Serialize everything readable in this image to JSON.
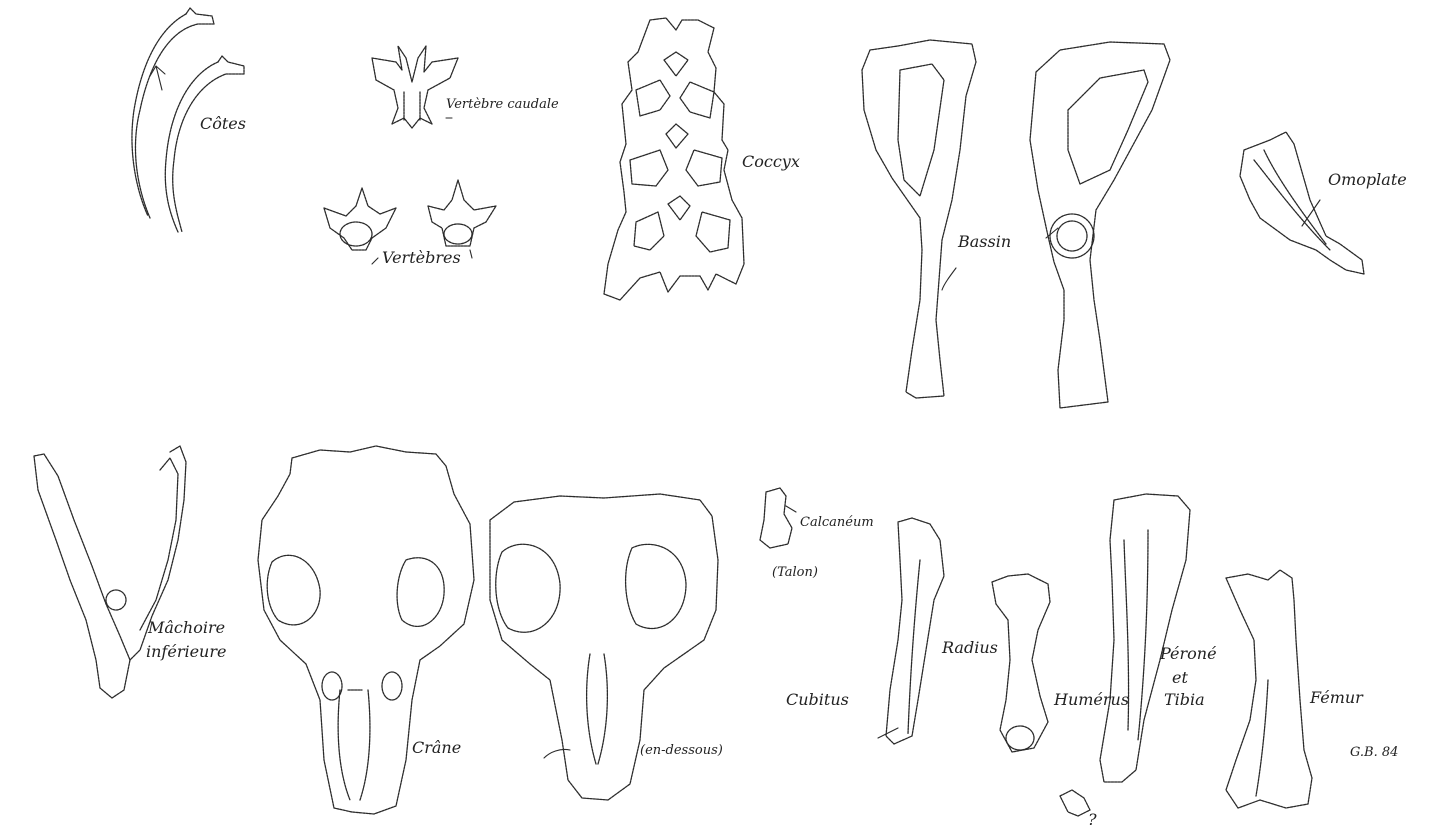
{
  "labels": {
    "cotes": "Côtes",
    "vertebre_caudale": "Vertèbre caudale",
    "vertebres": "Vertèbres",
    "coccyx": "Coccyx",
    "bassin": "Bassin",
    "omoplate": "Omoplate",
    "machoire_1": "Mâchoire",
    "machoire_2": "inférieure",
    "crane": "Crâne",
    "en_dessous": "(en-dessous)",
    "calcaneum": "Calcanéum",
    "talon": "(Talon)",
    "radius": "Radius",
    "cubitus": "Cubitus",
    "humerus": "Humérus",
    "perone_1": "Péroné",
    "perone_2": "et",
    "perone_3": "Tibia",
    "femur": "Fémur",
    "question": "?",
    "signature": "G.B. 84"
  }
}
